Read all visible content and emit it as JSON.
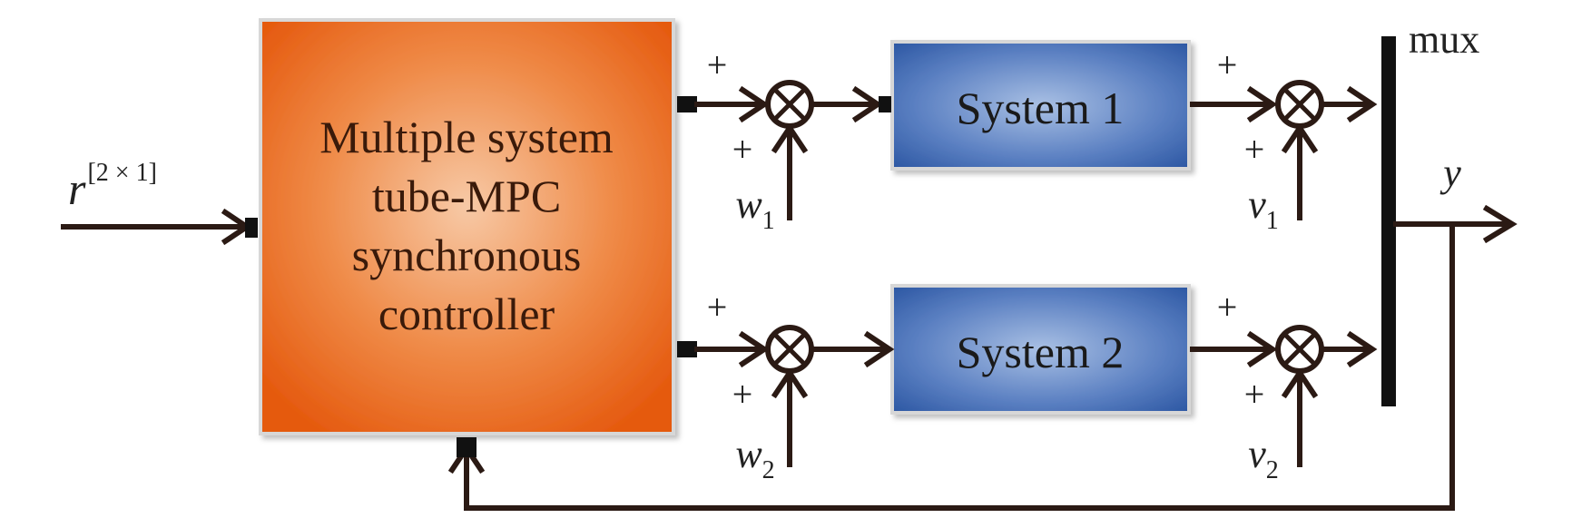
{
  "controller": {
    "lines": [
      "Multiple system",
      "tube-MPC",
      "synchronous",
      "controller"
    ]
  },
  "systems": [
    {
      "label": "System 1"
    },
    {
      "label": "System 2"
    }
  ],
  "signals": {
    "reference": {
      "base": "r",
      "sup": "[2 × 1]"
    },
    "output": "y",
    "mux": "mux",
    "w1": {
      "base": "w",
      "sub": "1"
    },
    "w2": {
      "base": "w",
      "sub": "2"
    },
    "v1": {
      "base": "v",
      "sub": "1"
    },
    "v2": {
      "base": "v",
      "sub": "2"
    },
    "plus": "+"
  },
  "colors": {
    "controller_center": "#f7c9a6",
    "controller_edge": "#e55a0f",
    "system_center": "#a9c0e4",
    "system_edge": "#2c57a3",
    "wire": "#2b1a14"
  }
}
